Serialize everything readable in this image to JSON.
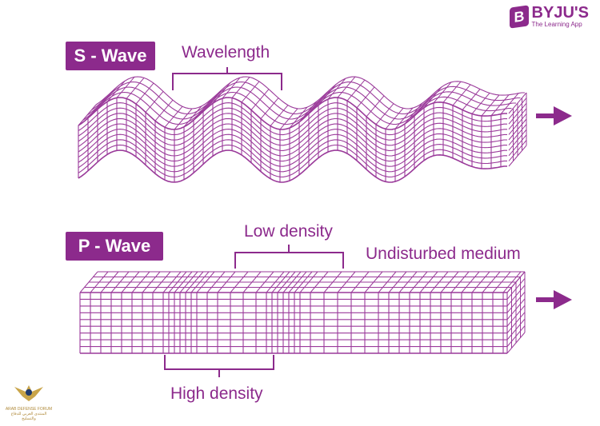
{
  "brand": {
    "logo_letter": "B",
    "name": "BYJU'S",
    "tagline": "The Learning App",
    "color": "#8c2a8c"
  },
  "s_wave": {
    "label": "S - Wave",
    "annotation": "Wavelength",
    "arrow_icon": "arrow-right-icon"
  },
  "p_wave": {
    "label": "P - Wave",
    "annotations": {
      "low_density": "Low density",
      "undisturbed": "Undisturbed medium",
      "high_density": "High density"
    },
    "arrow_icon": "arrow-right-icon"
  },
  "watermark": {
    "line1": "ARAB DEFENSE FORUM",
    "line2": "المنتدى العربي للدفاع والتسليح"
  },
  "colors": {
    "accent": "#8c2a8c",
    "grid": "#9a3a9a"
  }
}
